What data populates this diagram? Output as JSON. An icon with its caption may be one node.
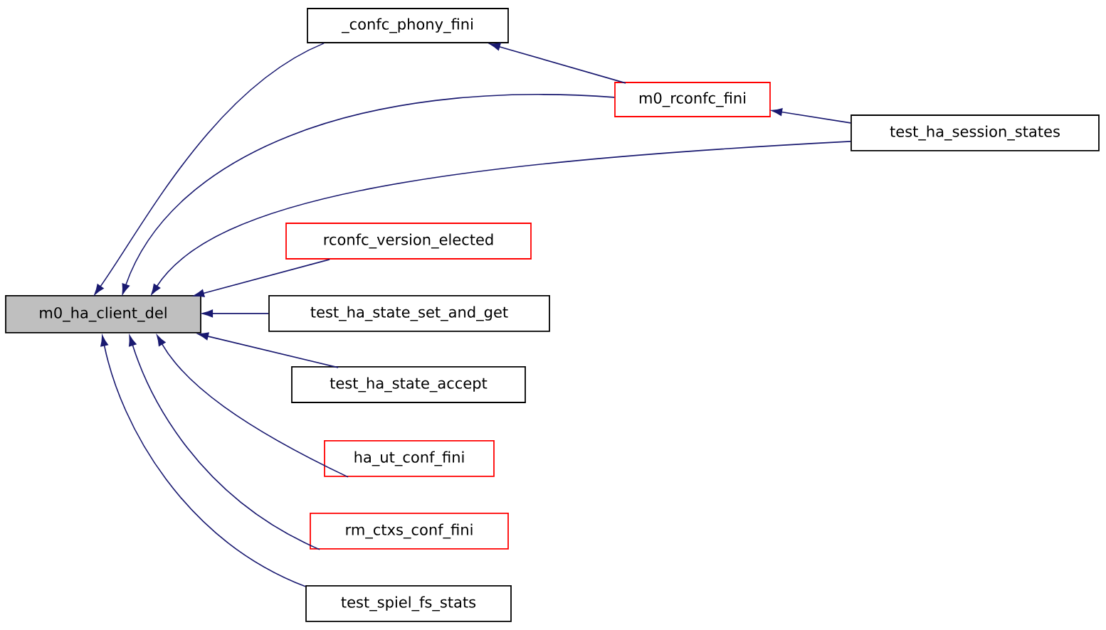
{
  "diagram": {
    "nodes": [
      {
        "text": [
          "m0_ha_client_del"
        ]
      },
      {
        "text": [
          "_confc_phony_fini"
        ]
      },
      {
        "text": [
          "m0_rconfc_fini"
        ]
      },
      {
        "text": [
          "test_ha_session_states"
        ]
      },
      {
        "text": [
          "rconfc_version_elected"
        ]
      },
      {
        "text": [
          "test_ha_state_set_and_get"
        ]
      },
      {
        "text": [
          "test_ha_state_accept"
        ]
      },
      {
        "text": [
          "ha_ut_conf_fini"
        ]
      },
      {
        "text": [
          "rm_ctxs_conf_fini"
        ]
      },
      {
        "text": [
          "test_spiel_fs_stats"
        ]
      }
    ],
    "edges": [
      {
        "from": 1,
        "to": 0,
        "arrow": "to"
      },
      {
        "from": 2,
        "to": 1,
        "arrow": "to"
      },
      {
        "from": 2,
        "to": 0,
        "arrow": "to"
      },
      {
        "from": 3,
        "to": 2,
        "arrow": "to"
      },
      {
        "from": 3,
        "to": 0,
        "arrow": "to"
      },
      {
        "from": 4,
        "to": 0,
        "arrow": "to"
      },
      {
        "from": 5,
        "to": 0,
        "arrow": "to"
      },
      {
        "from": 6,
        "to": 0,
        "arrow": "to"
      },
      {
        "from": 7,
        "to": 0,
        "arrow": "to"
      },
      {
        "from": 8,
        "to": 0,
        "arrow": "to"
      },
      {
        "from": 9,
        "to": 0,
        "arrow": "to"
      }
    ]
  }
}
